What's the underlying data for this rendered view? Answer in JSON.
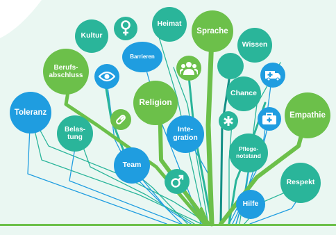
{
  "colors": {
    "green": "#6cc04a",
    "teal": "#2ab59a",
    "blue": "#1f9de0",
    "dark_teal": "#138f86"
  },
  "bubbles": {
    "toleranz": "Toleranz",
    "berufsabschluss_1": "Berufs-",
    "berufsabschluss_2": "abschluss",
    "kultur": "Kultur",
    "barrieren": "Barrieren",
    "heimat": "Heimat",
    "sprache": "Sprache",
    "wissen": "Wissen",
    "religion": "Religion",
    "chance": "Chance",
    "empathie": "Empathie",
    "belastung_1": "Belas-",
    "belastung_2": "tung",
    "integration_1": "Inte-",
    "integration_2": "gration",
    "pflegenotstand_1": "Pflege-",
    "pflegenotstand_2": "notstand",
    "team": "Team",
    "respekt": "Respekt",
    "hilfe": "Hilfe"
  },
  "icons": [
    "female-symbol-icon",
    "eye-icon",
    "people-group-icon",
    "ambulance-icon",
    "pill-icon",
    "first-aid-kit-icon",
    "medical-star-icon",
    "male-symbol-icon"
  ]
}
